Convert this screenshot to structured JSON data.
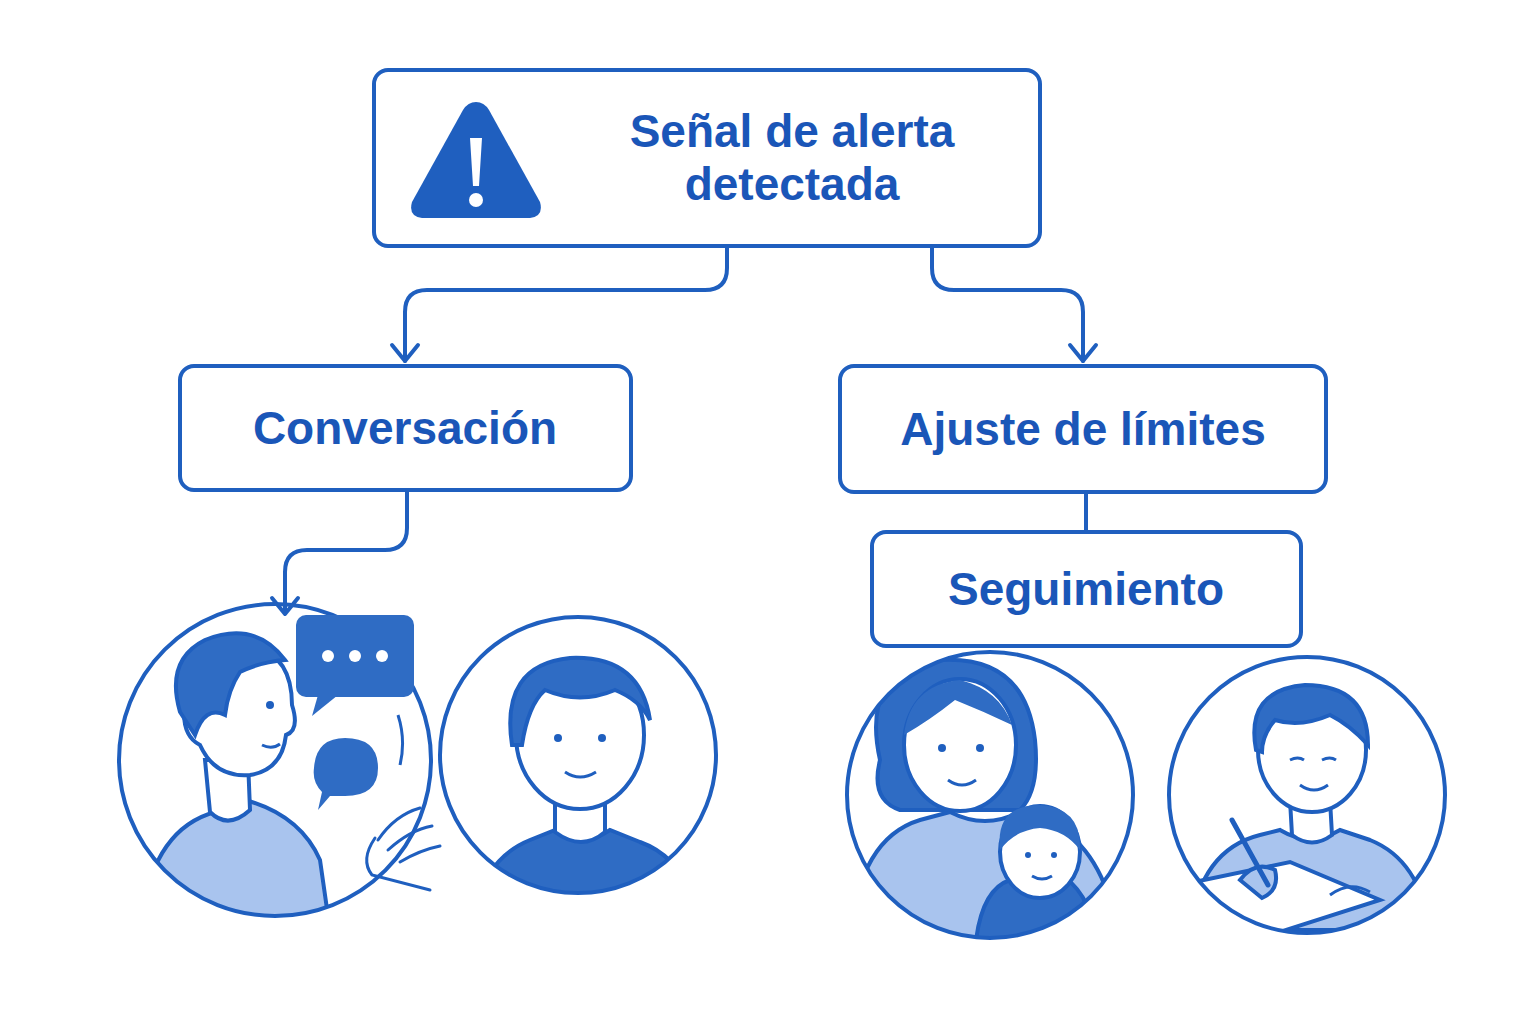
{
  "diagram": {
    "nodes": [
      {
        "text": [
          "Señal de alerta detectada"
        ]
      },
      {
        "text": [
          "Conversación"
        ]
      },
      {
        "text": [
          "Ajuste de límites"
        ]
      },
      {
        "text": [
          "Seguimiento"
        ]
      }
    ],
    "edges": [
      {
        "from": 0,
        "to": 1,
        "arrow": "to"
      },
      {
        "from": 0,
        "to": 2,
        "arrow": "to"
      },
      {
        "from": 2,
        "to": 3,
        "arrow": "none"
      }
    ]
  }
}
